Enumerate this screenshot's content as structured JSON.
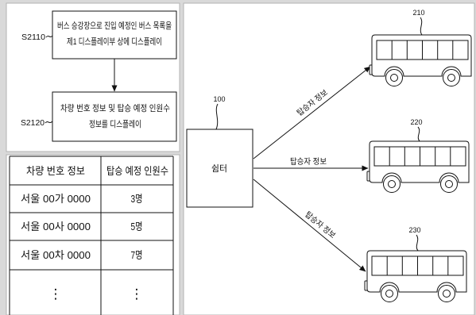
{
  "figure": {
    "flowchart": {
      "steps": [
        {
          "ref": "S2110",
          "lines": [
            "버스 승강장으로 진입 예정인 버스 목록을",
            "제1 디스플레이부 상에 디스플레이"
          ]
        },
        {
          "ref": "S2120",
          "lines": [
            "차량 번호 정보 및 탑승 예정 인원수",
            "정보를 디스플레이"
          ]
        }
      ]
    },
    "table": {
      "headers": [
        "차량 번호 정보",
        "탑승 예정 인원수"
      ],
      "rows": [
        [
          "서울 00가 0000",
          "3명"
        ],
        [
          "서울 00사 0000",
          "5명"
        ],
        [
          "서울 00차 0000",
          "7명"
        ],
        [
          "⋮",
          "⋮"
        ]
      ]
    },
    "system": {
      "shelter": {
        "ref": "100",
        "label": "쉼터"
      },
      "links": [
        {
          "label": "탑승자 정보"
        },
        {
          "label": "탑승자 정보"
        },
        {
          "label": "탑승자 정보"
        }
      ],
      "buses": [
        {
          "ref": "210",
          "icon": "bus-icon"
        },
        {
          "ref": "220",
          "icon": "bus-icon"
        },
        {
          "ref": "230",
          "icon": "bus-icon"
        }
      ]
    }
  },
  "colors": {
    "line": "#111111",
    "panel": "#ffffff",
    "background": "#d9d9d9"
  }
}
